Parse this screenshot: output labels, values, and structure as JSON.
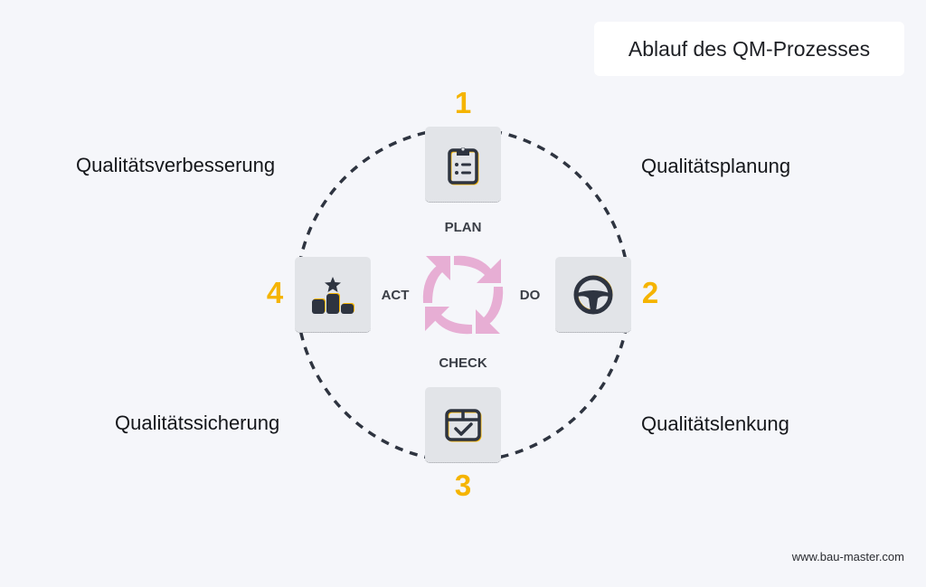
{
  "title": "Ablauf des QM-Prozesses",
  "steps": [
    {
      "number": "1",
      "phase": "PLAN",
      "label": "Qualitätsplanung",
      "icon": "clipboard-list-icon"
    },
    {
      "number": "2",
      "phase": "DO",
      "label": "Qualitätslenkung",
      "icon": "steering-wheel-icon"
    },
    {
      "number": "3",
      "phase": "CHECK",
      "label": "Qualitätssicherung",
      "icon": "box-check-icon"
    },
    {
      "number": "4",
      "phase": "ACT",
      "label": "Qualitätsverbesserung",
      "icon": "podium-star-icon"
    }
  ],
  "center_icon": "cycle-arrows-icon",
  "colors": {
    "accent": "#f5b400",
    "cycle": "#e7aed4",
    "icon_dark": "#2e3440",
    "box": "#e2e4e8"
  },
  "footer": "www.bau-master.com"
}
